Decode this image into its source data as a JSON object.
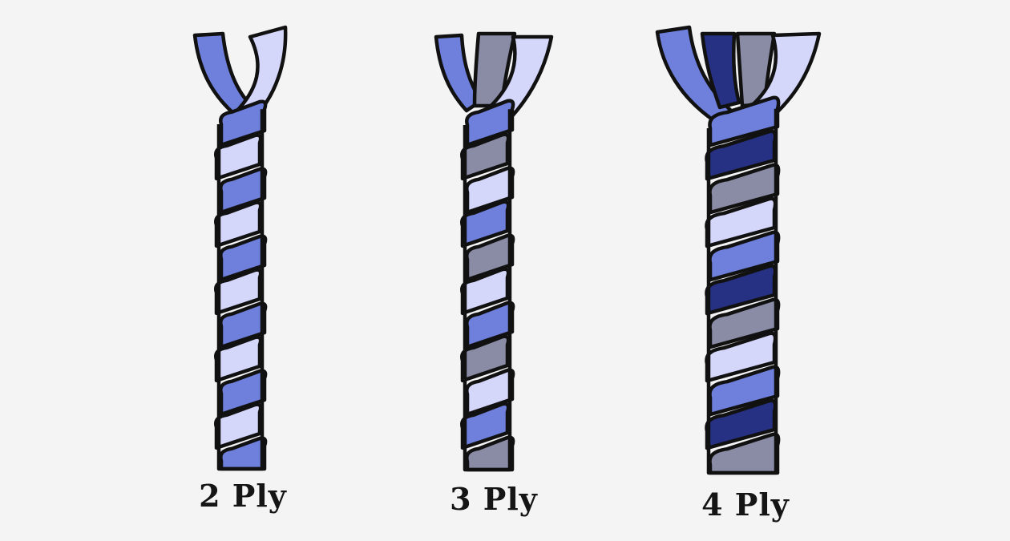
{
  "colors": {
    "background": "#f4f4f4",
    "outline": "#111111",
    "light_lavender": "#d4d6fa",
    "medium_blue": "#6e7fdc",
    "gray_blue": "#8a8ca6",
    "navy": "#263183"
  },
  "ropes": [
    {
      "label": "2 Ply",
      "ply": 2,
      "strand_colors": [
        "medium_blue",
        "light_lavender"
      ]
    },
    {
      "label": "3 Ply",
      "ply": 3,
      "strand_colors": [
        "medium_blue",
        "gray_blue",
        "light_lavender"
      ]
    },
    {
      "label": "4 Ply",
      "ply": 4,
      "strand_colors": [
        "medium_blue",
        "navy",
        "gray_blue",
        "light_lavender"
      ]
    }
  ]
}
